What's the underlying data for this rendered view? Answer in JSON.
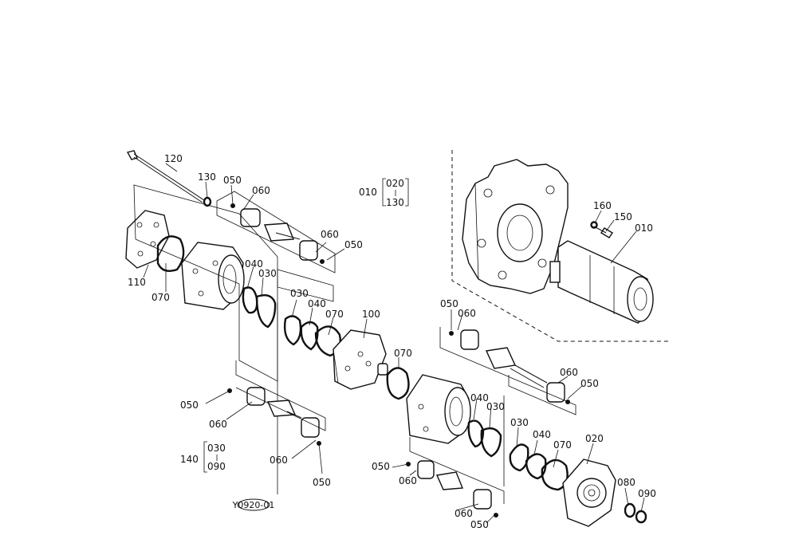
{
  "callouts": {
    "p120": "120",
    "p130": "130",
    "p050_a": "050",
    "p060_a": "060",
    "p060_b": "060",
    "p050_b": "050",
    "p110": "110",
    "p070_a": "070",
    "p040_a": "040",
    "p030_a": "030",
    "p030_b": "030",
    "p040_b": "040",
    "p070_b": "070",
    "p100": "100",
    "p070_c": "070",
    "p050_c": "050",
    "p060_c": "060",
    "p060_d": "060",
    "p050_d": "050",
    "p040_c": "040",
    "p030_c": "030",
    "p030_d": "030",
    "p040_d": "040",
    "p070_d": "070",
    "p020_main": "020",
    "p080": "080",
    "p090_main": "090",
    "p050_e": "050",
    "p060_e": "060",
    "p060_f": "060",
    "p050_f": "050",
    "p050_g": "050",
    "p060_g": "060",
    "p060_h": "060",
    "p050_h": "050",
    "p160": "160",
    "p150": "150",
    "p010_main": "010"
  },
  "assembly_010": {
    "parent": "010",
    "range_start": "020",
    "range_end": "130"
  },
  "assembly_140": {
    "parent": "140",
    "range_start": "030",
    "range_end": "090"
  },
  "drawing_code": "Y0920-01"
}
